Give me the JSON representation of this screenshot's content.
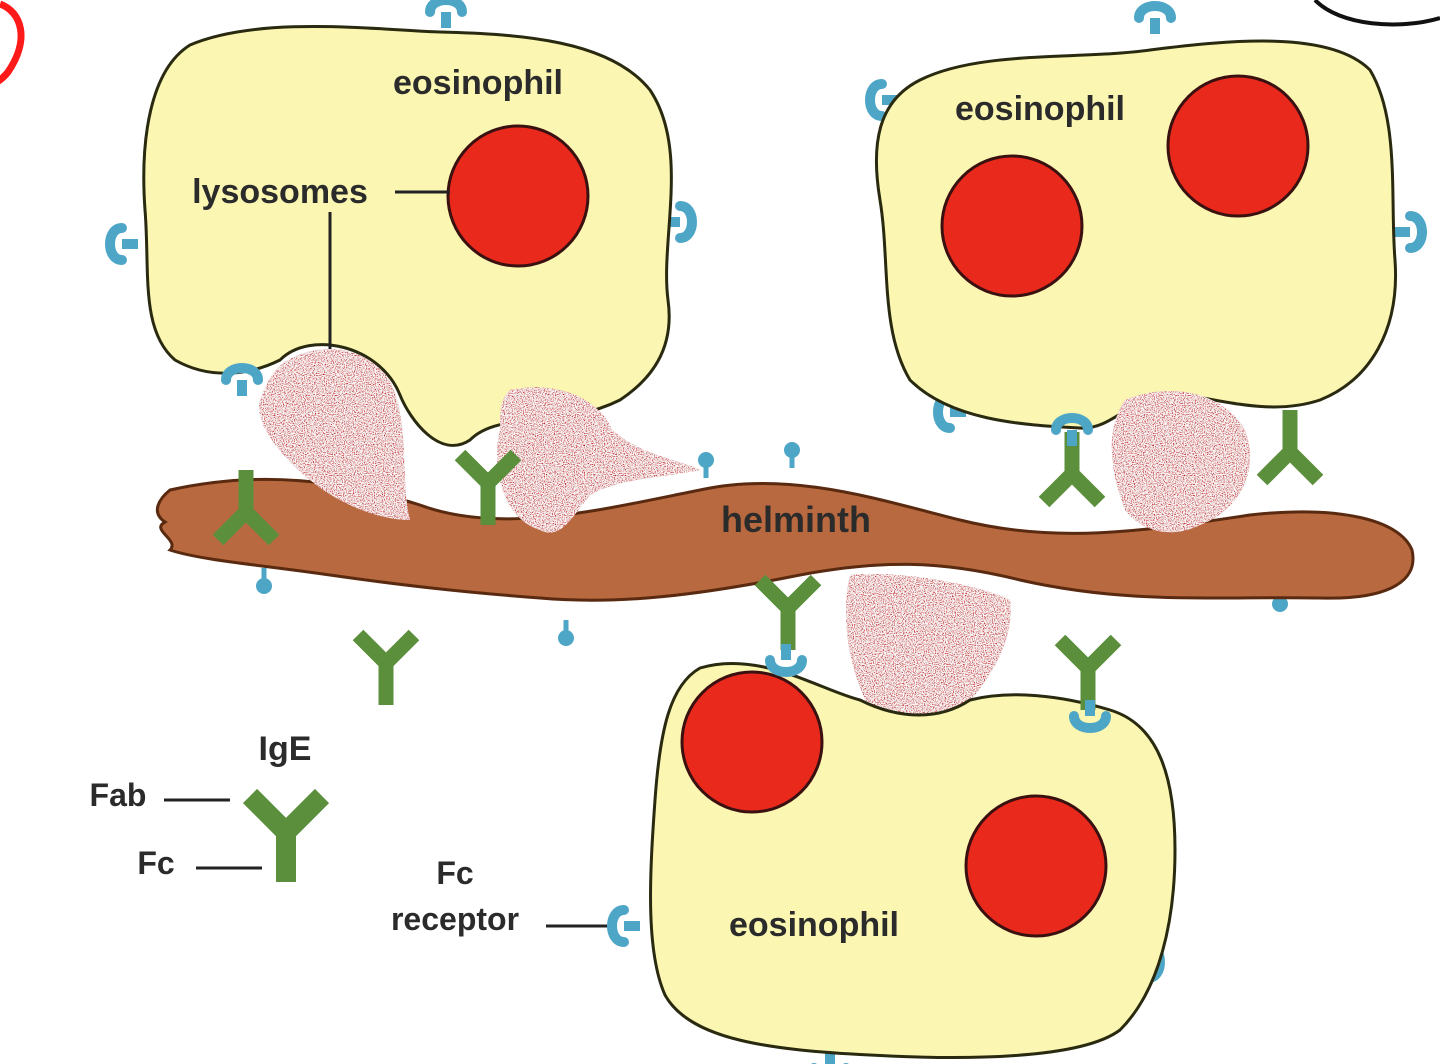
{
  "labels": {
    "eosinophil_1": "eosinophil",
    "eosinophil_2": "eosinophil",
    "eosinophil_3": "eosinophil",
    "lysosomes": "lysosomes",
    "helminth": "helminth",
    "ige": "IgE",
    "fab": "Fab",
    "fc": "Fc",
    "fc_receptor_line1": "Fc",
    "fc_receptor_line2": "receptor"
  },
  "colors": {
    "cell_fill": "#fbf7b2",
    "cell_outline": "#2a2a10",
    "lysosome": "#e8291c",
    "granule_release": "#c4161c",
    "helminth": "#b8693f",
    "helminth_outline": "#5a2a10",
    "antibody": "#5b8f3c",
    "receptor": "#4ea6c7",
    "annotation_red": "#ff1a1a"
  },
  "icons": [
    "ige-antibody-icon",
    "fc-receptor-icon"
  ]
}
